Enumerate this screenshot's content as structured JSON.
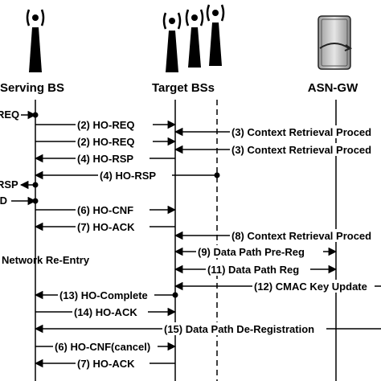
{
  "entities": {
    "serving": "Serving BS",
    "target": "Target BSs",
    "asn": "ASN-GW"
  },
  "messages": [
    "(2) HO-REQ",
    "(2) HO-REQ",
    "(3) Context Retrieval Proced",
    "(3) Context Retrieval Proced",
    "(4) HO-RSP",
    "(4) HO-RSP",
    "(6) HO-CNF",
    "(7) HO-ACK",
    "(8) Context Retrieval Proced",
    "(9) Data Path Pre-Reg",
    "(11) Data Path Reg",
    "(12) CMAC Key Update",
    "(13) HO-Complete",
    "(14) HO-ACK",
    "(15) Data Path De-Registration",
    "(6) HO-CNF(cancel)",
    "(7) HO-ACK"
  ],
  "left_fragments": [
    "REQ",
    "RSP",
    "ID",
    "Network Re-Entry"
  ]
}
